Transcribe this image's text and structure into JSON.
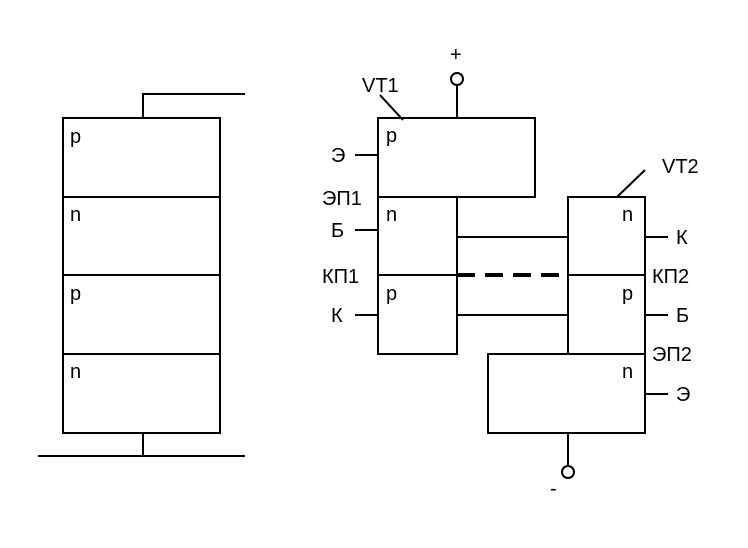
{
  "left_structure": {
    "layers": [
      "p",
      "n",
      "p",
      "n"
    ]
  },
  "equivalent_circuit": {
    "terminal_plus": "+",
    "terminal_minus": "-",
    "vt1": {
      "name": "VT1",
      "layer_top": "p",
      "layer_middle": "n",
      "layer_bottom": "p",
      "emitter": "Э",
      "emitter_junction": "ЭП1",
      "base": "Б",
      "collector_junction": "КП1",
      "collector": "К"
    },
    "vt2": {
      "name": "VT2",
      "layer_top": "n",
      "layer_middle": "p",
      "layer_bottom": "n",
      "collector": "К",
      "collector_junction": "КП2",
      "base": "Б",
      "emitter_junction": "ЭП2",
      "emitter": "Э"
    }
  }
}
